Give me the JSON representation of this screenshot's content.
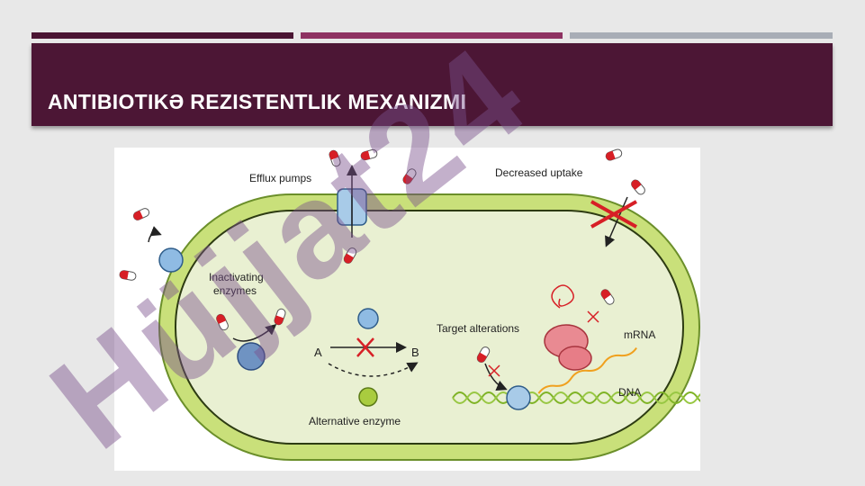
{
  "slide": {
    "title": "ANTIBIOTIKƏ REZISTENTLIK MEXANIZMI"
  },
  "figure": {
    "labels": {
      "efflux_pumps": "Efflux pumps",
      "decreased_uptake": "Decreased uptake",
      "inactivating_enzymes_line1": "Inactivating",
      "inactivating_enzymes_line2": "enzymes",
      "target_alterations": "Target alterations",
      "mrna": "mRNA",
      "dna": "DNA",
      "alternative_enzyme": "Alternative enzyme",
      "substrate_a": "A",
      "product_b": "B"
    }
  },
  "watermark": {
    "text": "Hüjjat24"
  },
  "colors": {
    "banner": "#4c1635",
    "bar1": "#4a1533",
    "bar2": "#8e3262",
    "bar3": "#a8adb6",
    "cell_wall": "#c9e07a",
    "cytoplasm": "#e9f0d2",
    "watermark": "#7a4f8c"
  }
}
